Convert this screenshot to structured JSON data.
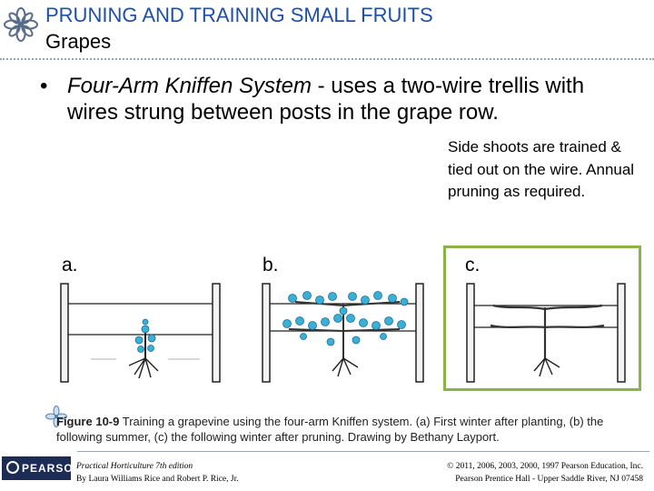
{
  "header": {
    "title": "PRUNING AND TRAINING SMALL FRUITS",
    "subtitle": "Grapes"
  },
  "bullet": {
    "marker": "•",
    "emphasis": "Four-Arm Kniffen System",
    "text": " - uses a two-wire trellis with wires strung between posts in the grape row."
  },
  "side_note": "Side shoots are trained & tied out on the wire. Annual pruning as required.",
  "figure": {
    "panel_a_label": "a.",
    "panel_b_label": "b.",
    "panel_c_label": "c.",
    "highlight_color": "#8ab448",
    "foliage_color": "#3ab0d8",
    "caption_label": "Figure 10-9",
    "caption_text": " Training a grapevine using the four-arm Kniffen system. (a) First winter after planting, (b) the following summer, (c) the following winter after pruning. Drawing by Bethany Layport."
  },
  "footer": {
    "brand": "PEARSON",
    "book_title": "Practical Horticulture 7th edition",
    "authors": "By Laura Williams Rice and Robert P. Rice, Jr.",
    "copyright": "© 2011, 2006, 2003, 2000, 1997 Pearson Education, Inc.",
    "publisher": "Pearson Prentice Hall - Upper Saddle River, NJ 07458"
  },
  "colors": {
    "title_blue": "#1f4fa8",
    "footer_navy": "#1d2c55"
  }
}
